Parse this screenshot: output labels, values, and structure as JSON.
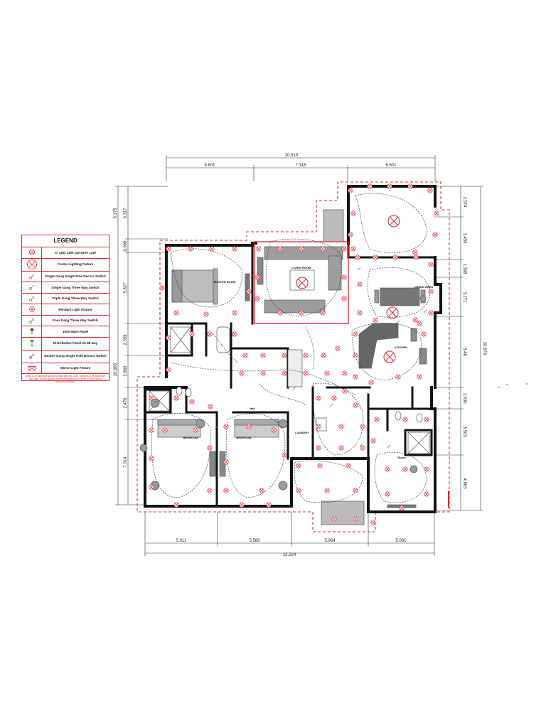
{
  "dimensions": {
    "top_total": "20.519",
    "top_left": "6.601",
    "top_mid": "7.316",
    "top_right": "6.601",
    "bottom_1": "5.611",
    "bottom_2": "5.588",
    "bottom_3": "5.964",
    "bottom_4": "5.061",
    "bottom_total": "22.224",
    "left_1": "5.175",
    "left_2": "3.317",
    "left_3": "0.998",
    "left_4": "5.827",
    "left_5": "2.359",
    "left_6": "2.869",
    "left_7": "2.476",
    "left_8": "7.914",
    "left_total": "20.665",
    "right_1": "2.574",
    "right_2": "3.459",
    "right_3": "1.398",
    "right_4": "3.271",
    "right_5": "5.48",
    "right_6": "1.930",
    "right_7": "3.503",
    "right_8": "4.863",
    "right_total": "20.678"
  },
  "rooms": {
    "master": "MASTER ROOM",
    "living": "LIVING ROOM",
    "dining": "DINING AREA",
    "kitchen": "KITCHEN",
    "bedroom1": "BEDROOM",
    "bedroom2": "BEDROOM",
    "laundry": "LAUNDRY",
    "room": "Room",
    "hall": "Hall"
  },
  "legend": {
    "title": "LEGEND",
    "items": [
      {
        "label": "4\" LED 12W 110-220V 12W"
      },
      {
        "label": "Center Lighting Fixture"
      },
      {
        "label": "Single Gang Single Pole Decora Switch"
      },
      {
        "label": "Single Gang Three Way Switch"
      },
      {
        "label": "Triple Gang Three Way Switch"
      },
      {
        "label": "Pendant Light Fixture"
      },
      {
        "label": "Four Gang Three Way Switch"
      },
      {
        "label": "100A Main Panel"
      },
      {
        "label": "Distribution Panel 24-48 way"
      },
      {
        "label": "Double Gang Single Pole Decora Switch"
      },
      {
        "label": "Mirror Light Fixture"
      }
    ],
    "note": "Lights to be placed at specified height per NEC code. Switches to be placed 48\" from floor. Center lighting fixtures to be installed at center of room unless specified otherwise."
  },
  "colors": {
    "accent_red": "#e3262b",
    "wall": "#111111",
    "furniture": "#777777"
  }
}
